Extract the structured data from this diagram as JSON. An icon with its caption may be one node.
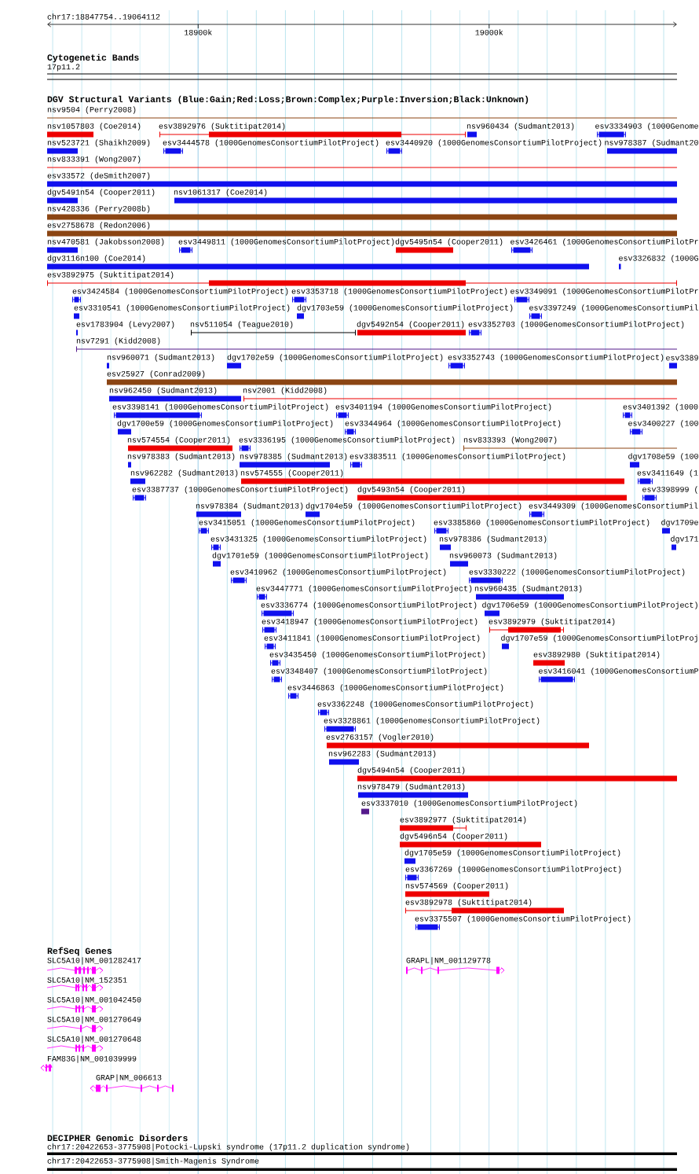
{
  "diagram": {
    "labels": [
      "chr17:18847754..19064112",
      "18900k",
      "19000k",
      "Cytogenetic Bands",
      "17p11.2",
      "DGV Structural Variants (Blue:Gain;Red:Loss;Brown:Complex;Purple:Inversion;Black:Unknown)",
      "nsv9504 (Perry2008)",
      "nsv1057803 (Coe2014)",
      "esv3892976 (Suktitipat2014)",
      "nsv960434 (Sudmant2013)",
      "esv3334903 (1000Genome",
      "nsv523721 (Shaikh2009)",
      "esv3444578 (1000GenomesConsortiumPilotProject)",
      "esv3440920 (1000GenomesConsortiumPilotProject)",
      "nsv978387 (Sudmant20",
      "nsv833391 (Wong2007)",
      "esv33572 (deSmith2007)",
      "dgv5491n54 (Cooper2011)",
      "nsv1061317 (Coe2014)",
      "nsv428336 (Perry2008b)",
      "esv2758678 (Redon2006)",
      "nsv470581 (Jakobsson2008)",
      "esv3449811 (1000GenomesConsortiumPilotProject)",
      "dgv5495n54 (Cooper2011)",
      "esv3426461 (1000GenomesConsortiumPilotPr",
      "dgv3116n100 (Coe2014)",
      "esv3326832 (1000G",
      "esv3892975 (Suktitipat2014)",
      "esv3424584 (1000GenomesConsortiumPilotProject)",
      "esv3353718 (1000GenomesConsortiumPilotProject)",
      "esv3349091 (1000GenomesConsortiumPilotPr",
      "esv3310541 (1000GenomesConsortiumPilotProject)",
      "dgv1703e59 (1000GenomesConsortiumPilotProject)",
      "esv3397249 (1000GenomesConsortiumPil",
      "esv1783904 (Levy2007)",
      "nsv511054 (Teague2010)",
      "dgv5492n54 (Cooper2011)",
      "esv3352703 (1000GenomesConsortiumPilotProject)",
      "nsv7291 (Kidd2008)",
      "nsv960071 (Sudmant2013)",
      "dgv1702e59 (1000GenomesConsortiumPilotProject)",
      "esv3352743 (1000GenomesConsortiumPilotProject)",
      "esv3389",
      "esv25927 (Conrad2009)",
      "nsv962450 (Sudmant2013)",
      "nsv2001 (Kidd2008)",
      "esv3398141 (1000GenomesConsortiumPilotProject)",
      "esv3401194 (1000GenomesConsortiumPilotProject)",
      "esv3401392 (1000",
      "dgv1700e59 (1000GenomesConsortiumPilotProject)",
      "esv3344964 (1000GenomesConsortiumPilotProject)",
      "esv3400227 (100",
      "nsv574554 (Cooper2011)",
      "esv3336195 (1000GenomesConsortiumPilotProject)",
      "nsv833393 (Wong2007)",
      "nsv978383 (Sudmant2013)",
      "nsv978385 (Sudmant2013)",
      "esv3383511 (1000GenomesConsortiumPilotProject)",
      "dgv1708e59 (100",
      "nsv962282 (Sudmant2013)",
      "nsv574555 (Cooper2011)",
      "esv3411649 (1",
      "esv3387737 (1000GenomesConsortiumPilotProject)",
      "dgv5493n54 (Cooper2011)",
      "esv3398999 (",
      "nsv978384 (Sudmant2013)",
      "dgv1704e59 (1000GenomesConsortiumPilotProject)",
      "esv3449309 (1000GenomesConsortiumPil",
      "esv3415051 (1000GenomesConsortiumPilotProject)",
      "esv3385860 (1000GenomesConsortiumPilotProject)",
      "dgv1709e",
      "esv3431325 (1000GenomesConsortiumPilotProject)",
      "nsv978386 (Sudmant2013)",
      "dgv171",
      "dgv1701e59 (1000GenomesConsortiumPilotProject)",
      "nsv960073 (Sudmant2013)",
      "esv3410962 (1000GenomesConsortiumPilotProject)",
      "esv3330222 (1000GenomesConsortiumPilotProject)",
      "esv3447771 (1000GenomesConsortiumPilotProject)",
      "nsv960435 (Sudmant2013)",
      "esv3336774 (1000GenomesConsortiumPilotProject)",
      "dgv1706e59 (1000GenomesConsortiumPilotProject)",
      "esv3418947 (1000GenomesConsortiumPilotProject)",
      "esv3892979 (Suktitipat2014)",
      "esv3411841 (1000GenomesConsortiumPilotProject)",
      "dgv1707e59 (1000GenomesConsortiumPilotProj",
      "esv3435450 (1000GenomesConsortiumPilotProject)",
      "esv3892980 (Suktitipat2014)",
      "esv3348407 (1000GenomesConsortiumPilotProject)",
      "esv3416041 (1000GenomesConsortiumP",
      "esv3446863 (1000GenomesConsortiumPilotProject)",
      "esv3362248 (1000GenomesConsortiumPilotProject)",
      "esv3328861 (1000GenomesConsortiumPilotProject)",
      "esv2763157 (Vogler2010)",
      "nsv962283 (Sudmant2013)",
      "dgv5494n54 (Cooper2011)",
      "nsv978479 (Sudmant2013)",
      "esv3337010 (1000GenomesConsortiumPilotProject)",
      "esv3892977 (Suktitipat2014)",
      "dgv5496n54 (Cooper2011)",
      "dgv1705e59 (1000GenomesConsortiumPilotProject)",
      "esv3367269 (1000GenomesConsortiumPilotProject)",
      "nsv574569 (Cooper2011)",
      "esv3892978 (Suktitipat2014)",
      "esv3375507 (1000GenomesConsortiumPilotProject)",
      "RefSeq Genes",
      "SLC5A10|NM_001282417",
      "GRAPL|NM_001129778",
      "SLC5A10|NM_152351",
      "SLC5A10|NM_001042450",
      "SLC5A10|NM_001270649",
      "SLC5A10|NM_001270648",
      "FAM83G|NM_001039999",
      "GRAP|NM_006613",
      "DECIPHER Genomic Disorders",
      "chr17:20422653-3775908|Potocki-Lupski syndrome (17p11.2 duplication syndrome)",
      "chr17:20422653-3775908|Smith-Magenis Syndrome"
    ]
  }
}
